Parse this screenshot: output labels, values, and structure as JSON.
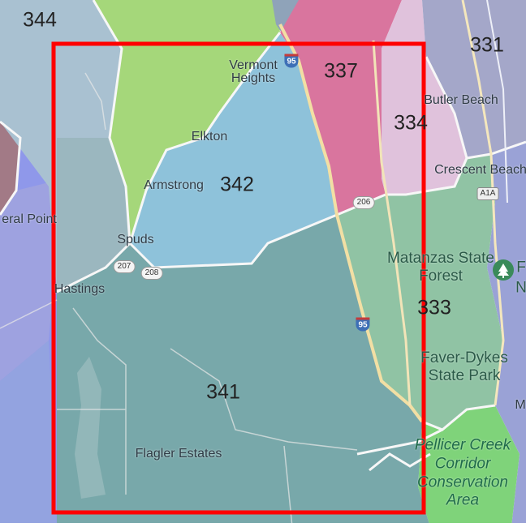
{
  "map": {
    "zip_codes": [
      {
        "id": "344",
        "label": "344"
      },
      {
        "id": "331",
        "label": "331"
      },
      {
        "id": "337",
        "label": "337"
      },
      {
        "id": "334",
        "label": "334"
      },
      {
        "id": "342",
        "label": "342"
      },
      {
        "id": "333",
        "label": "333"
      },
      {
        "id": "341",
        "label": "341"
      }
    ],
    "places": {
      "vermont_heights": "Vermont Heights",
      "elkton": "Elkton",
      "armstrong": "Armstrong",
      "spuds": "Spuds",
      "hastings": "Hastings",
      "flagler_estates": "Flagler Estates",
      "butler_beach": "Butler Beach",
      "crescent_beach": "Crescent Beach",
      "federal_point": "eral Point",
      "matanzas": "Matanzas State Forest",
      "faver_dykes": "Faver-Dykes State Park",
      "pellicer": "Pellicer Creek Corridor Conservation Area",
      "edge_f": "F",
      "edge_n": "N",
      "edge_m": "M"
    },
    "road_shields": {
      "i95_north": "95",
      "i95_south": "95",
      "r206": "206",
      "r207": "207",
      "r208": "208",
      "a1a": "A1A"
    },
    "highlight": {
      "color": "#ff0000",
      "label": ""
    },
    "colors": {
      "zip_344": "#a9c1d1",
      "zip_342": "#8ec2da",
      "zip_341": "#78a8aa",
      "zip_337": "#d9759e",
      "zip_334": "#e0c2dc",
      "zip_331": "#a4a7c9",
      "zip_333": "#90c3a4",
      "green_area": "#a5d77a",
      "conservation": "#7fd37a",
      "ocean": "#9aa2d6",
      "left_purple": "#8f98ea"
    }
  }
}
